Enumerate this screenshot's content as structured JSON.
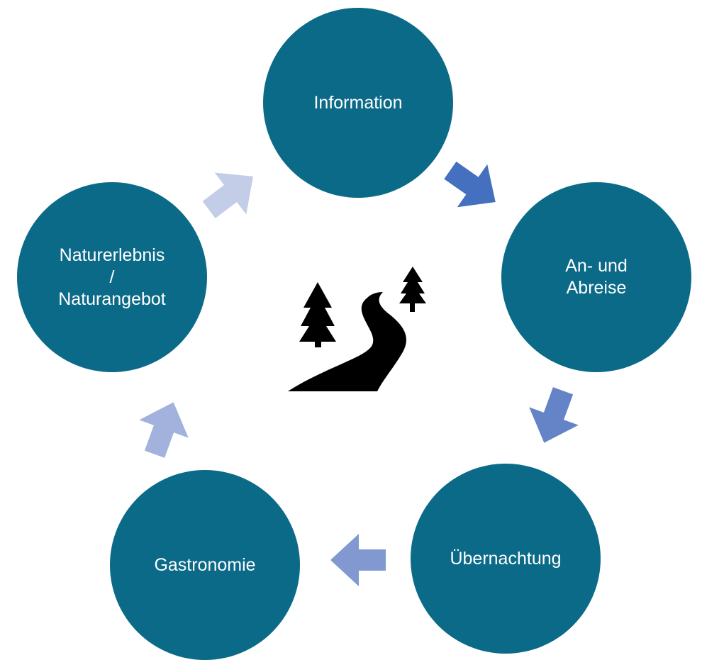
{
  "diagram": {
    "nodes": [
      {
        "id": "information",
        "label": "Information"
      },
      {
        "id": "an-und-abreise",
        "label": "An- und\nAbreise"
      },
      {
        "id": "uebernachtung",
        "label": "Übernachtung"
      },
      {
        "id": "gastronomie",
        "label": "Gastronomie"
      },
      {
        "id": "naturerlebnis",
        "label": "Naturerlebnis\n/\nNaturangebot"
      }
    ],
    "edges": [
      {
        "from": "information",
        "to": "an-und-abreise"
      },
      {
        "from": "an-und-abreise",
        "to": "uebernachtung"
      },
      {
        "from": "uebernachtung",
        "to": "gastronomie"
      },
      {
        "from": "gastronomie",
        "to": "naturerlebnis"
      },
      {
        "from": "naturerlebnis",
        "to": "information"
      }
    ],
    "center_icon": "forest-road-icon",
    "colors": {
      "node_fill": "#0b6a88",
      "node_text": "#ffffff",
      "arrow_1": "#4470bf",
      "arrow_2": "#6484c7",
      "arrow_3": "#8199d0",
      "arrow_4": "#a2b2dc",
      "arrow_5": "#c4cde8",
      "icon": "#000000"
    }
  }
}
